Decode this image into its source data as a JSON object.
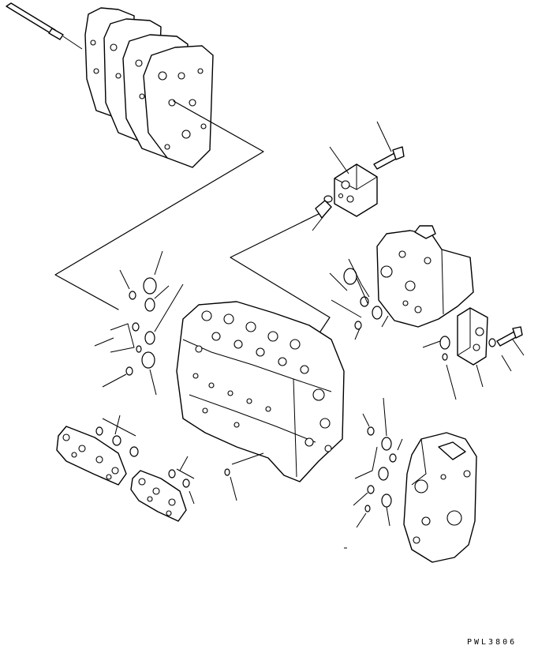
{
  "figure": {
    "id": "PWL3806"
  },
  "icons": {
    "assembled_valve": "control-valve-assembly",
    "main_block": "valve-body",
    "bolt": "bolt",
    "seal": "o-ring"
  }
}
